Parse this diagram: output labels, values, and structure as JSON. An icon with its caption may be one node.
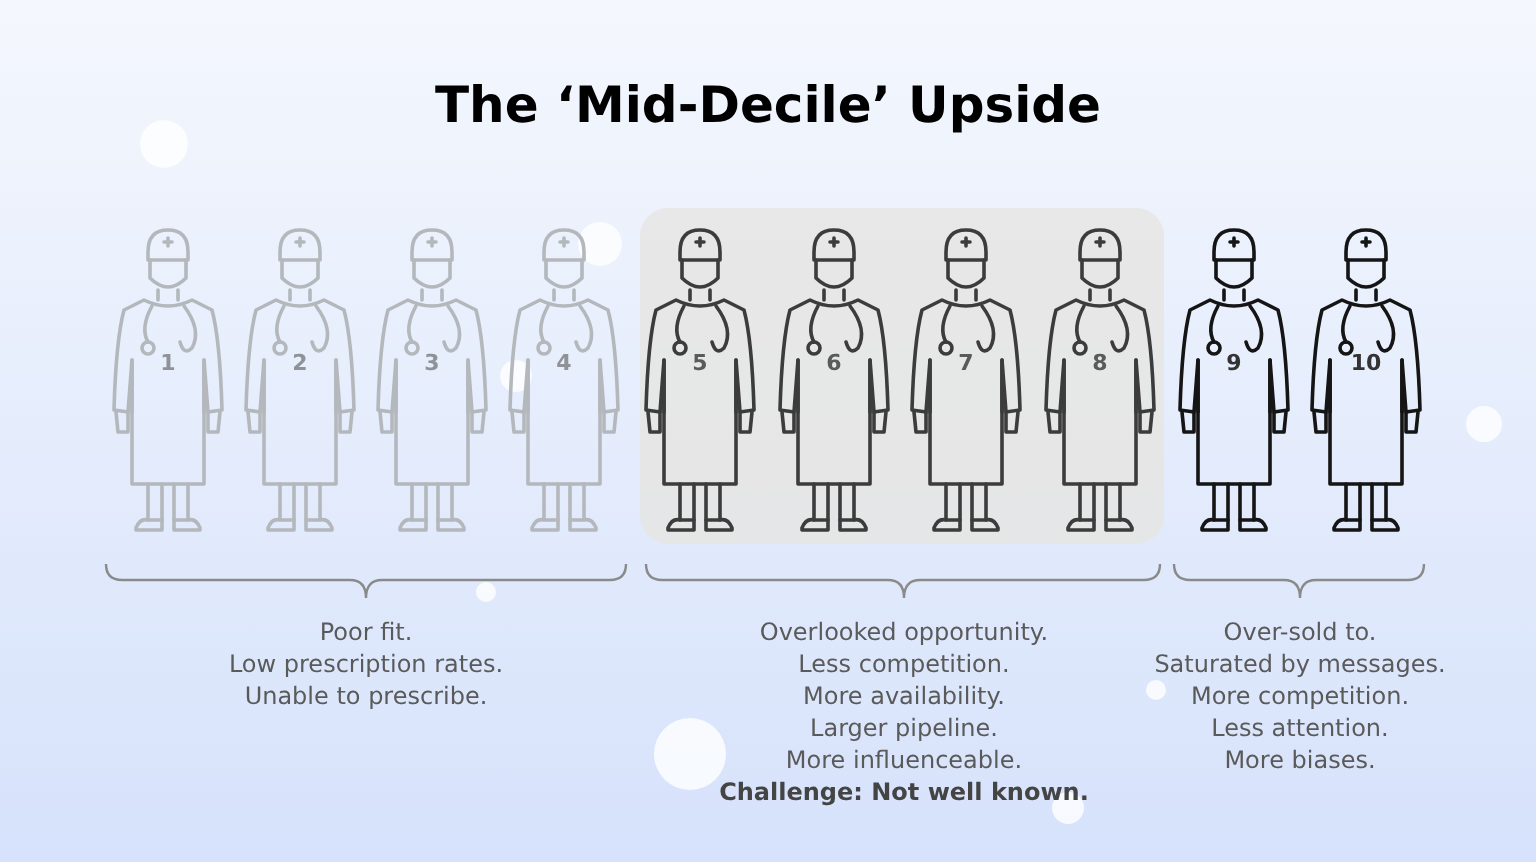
{
  "diagram": {
    "title": "The ‘Mid-Decile’ Upside",
    "nodes": [
      {
        "text": [
          "1"
        ]
      },
      {
        "text": [
          "2"
        ]
      },
      {
        "text": [
          "3"
        ]
      },
      {
        "text": [
          "4"
        ]
      },
      {
        "text": [],
        "shape": "box"
      },
      {
        "text": [
          "5"
        ],
        "in": 4
      },
      {
        "text": [
          "6"
        ],
        "in": 4
      },
      {
        "text": [
          "7"
        ],
        "in": 4
      },
      {
        "text": [
          "8"
        ],
        "in": 4
      },
      {
        "text": [
          "9"
        ]
      },
      {
        "text": [
          "10"
        ]
      }
    ],
    "labels": [
      "Poor fit.",
      "Low prescription rates.",
      "Unable to prescribe.",
      "Overlooked opportunity.",
      "Less competition.",
      "More availability.",
      "Larger pipeline.",
      "More influenceable.",
      "Challenge: Not well known.",
      "Over-sold to.",
      "Saturated by messages.",
      "More competition.",
      "Less attention.",
      "More biases."
    ]
  }
}
